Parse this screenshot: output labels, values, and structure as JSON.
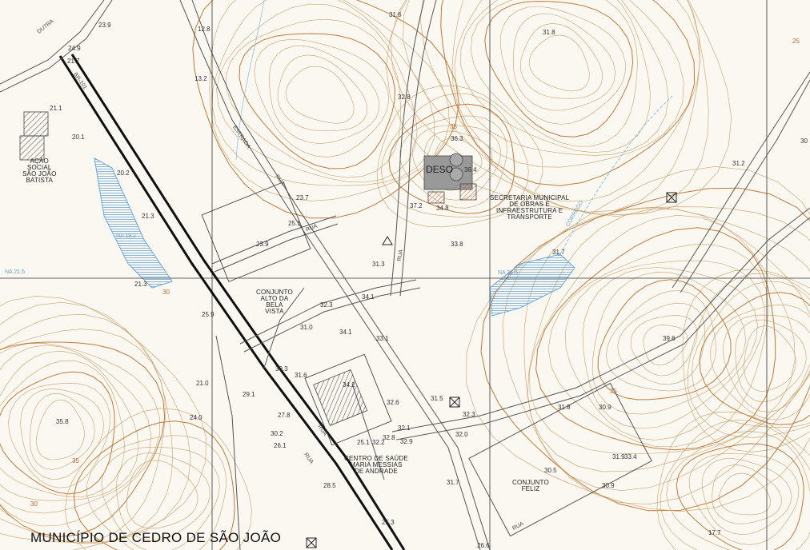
{
  "municipality": "MUNICÍPIO DE CEDRO DE SÃO JOÃO",
  "areas": {
    "acao_social": "AÇÃO\nSOCIAL\nSÃO JOÃO\nBATISTA",
    "conjunto_alto": "CONJUNTO\nALTO DA\nBELA\nVISTA",
    "secretaria": "SECRETARIA MUNICIPAL\nDE OBRAS E\nINFRAESTRUTURA E\nTRANSPORTE",
    "centro_saude": "CENTRO DE SAÚDE\nMARIA MESSIAS\nDE ANDRADE",
    "conjunto_feliz": "CONJUNTO\nFELIZ",
    "deso": "DESO"
  },
  "elevations": [
    "23.9",
    "24.9",
    "21.7",
    "12.8",
    "13.2",
    "21.1",
    "20.1",
    "20.2",
    "21.3",
    "23.7",
    "25.1",
    "23.9",
    "21.3",
    "31.6",
    "31.8",
    "32.8",
    "36.3",
    "36.4",
    "34.8",
    "37.2",
    "33.8",
    "31.3",
    "31.7",
    "30",
    "31.2",
    "39.6",
    "32.3",
    "34.1",
    "31.0",
    "34.1",
    "33.1",
    "30.3",
    "31.6",
    "34.2",
    "32.6",
    "31.5",
    "32.3",
    "32.1",
    "32.8",
    "32.9",
    "32.2",
    "32.0",
    "31.8",
    "30.9",
    "30.5",
    "31.9",
    "25.3",
    "25.9",
    "28.5",
    "21.0",
    "24.0",
    "35.8",
    "29.1",
    "27.8",
    "30.2",
    "26.1",
    "25.1",
    "31.7",
    "26.6",
    "33.4",
    "30.9",
    "17.7"
  ],
  "roads": [
    "DUTRA",
    "BR-101",
    "ESTRADA",
    "RUA",
    "RUA",
    "RUA",
    "RUA",
    "RUA",
    "RUA"
  ],
  "water_labels": [
    "NA 19.2",
    "NA 21.5",
    "NA 31.5",
    "CÓRREGO"
  ],
  "contour_labels": [
    "35",
    "30",
    "25",
    "35",
    "35",
    "30"
  ],
  "colors": {
    "contour": "#c8a06a",
    "contour_index": "#c07a3a",
    "road": "#222222",
    "grid": "#333333",
    "water": "#6aa6d8",
    "building": "#888888"
  }
}
